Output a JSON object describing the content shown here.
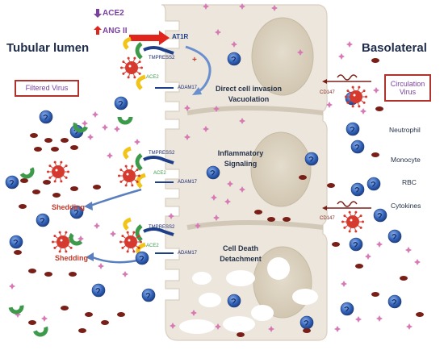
{
  "regions": {
    "left": "Tubular lumen",
    "right": "Basolateral"
  },
  "boxes": {
    "left": "Filtered Virus",
    "right_line1": "Circulation",
    "right_line2": "Virus"
  },
  "top_labels": {
    "ace2": "ACE2",
    "ang2": "ANG II",
    "at1r": "AT1R",
    "plus": "+"
  },
  "proteins": {
    "tmpress2": "TMPRESS2",
    "ace2": "ACE2",
    "adam17": "ADAM17",
    "cd147": "CD147"
  },
  "processes": {
    "p1_line1": "Direct cell invasion",
    "p1_line2": "Vacuolation",
    "p2_line1": "Inflammatory",
    "p2_line2": "Signaling",
    "p3_line1": "Cell Death",
    "p3_line2": "Detachment"
  },
  "shedding": "Shedding",
  "legend": {
    "neutrophil": "Neutrophil",
    "monocyte": "Monocyte",
    "rbc": "RBC",
    "cytokines": "Cytokines"
  },
  "colors": {
    "cell": "#ece6dc",
    "cell_edge": "#d8cfc2",
    "nucleus": "#dcd2c0",
    "virus": "#d63a2f",
    "monocyte": "#2a57a8",
    "rbc": "#7a1f18",
    "cytokine": "#d779b4",
    "arrow_red": "#e0261c",
    "arrow_blue": "#5a7fbf",
    "ace2_green": "#3c9a4a",
    "receptor_yellow": "#f0c419",
    "tmpress_blue": "#1d3f8a"
  }
}
